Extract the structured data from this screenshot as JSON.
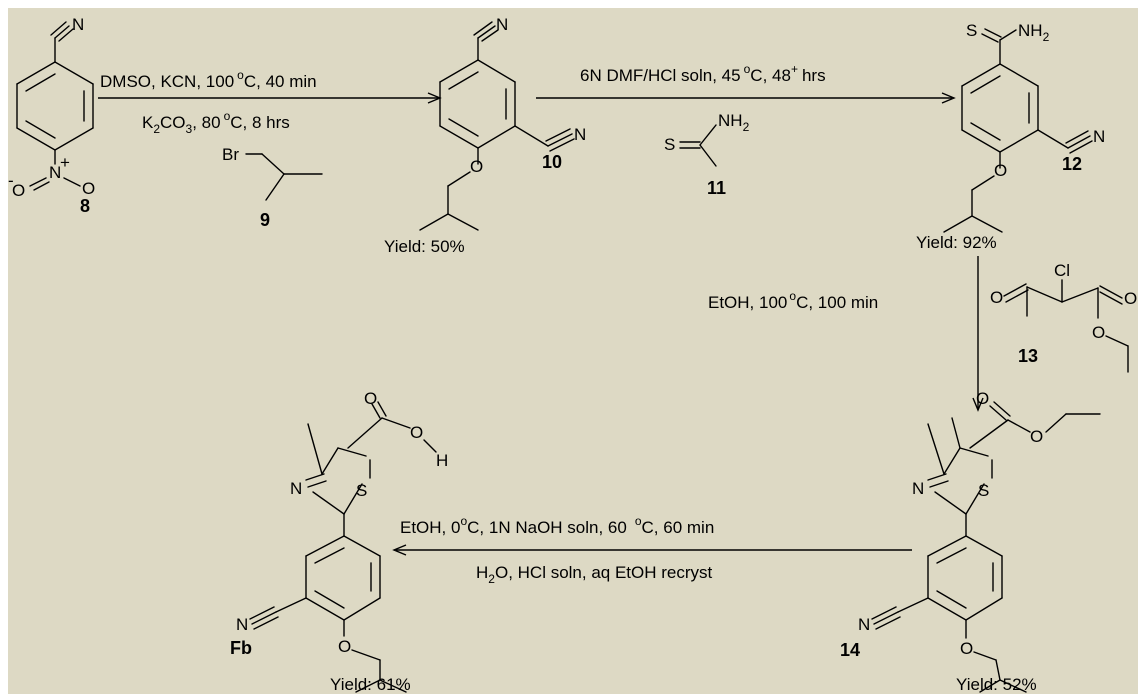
{
  "background_color": "#ddd9c4",
  "compounds": {
    "c8": "8",
    "c9": "9",
    "c10": "10",
    "c11": "11",
    "c12": "12",
    "c13": "13",
    "c14": "14",
    "cFb": "Fb"
  },
  "yields": {
    "y10": "Yield: 50%",
    "y12": "Yield: 92%",
    "y14": "Yield: 52%",
    "yFb": "Yield: 61%"
  },
  "step1": {
    "a": "DMSO, KCN, 100",
    "a_deg": "o",
    "a_tail": "C, 40 min",
    "b1": "K",
    "b_sub1": "2",
    "b2": "CO",
    "b_sub2": "3",
    "b3": ", 80",
    "b_deg": "o",
    "b4": "C, 8 hrs"
  },
  "step2": {
    "a": "6N DMF/HCl soln, 45",
    "a_deg": "o",
    "a_tail": "C, 48",
    "a_sup": "+",
    "a_end": "hrs"
  },
  "step3": {
    "a": "EtOH, 100",
    "a_deg": "o",
    "a_tail": "C, 100 min"
  },
  "step4": {
    "a": "EtOH, 0",
    "a_deg1": "o",
    "a_mid": "C, 1N NaOH soln, 60",
    "a_deg2": "o",
    "a_tail": "C, 60 min",
    "b1": "H",
    "b_sub": "2",
    "b2": "O, HCl soln, aq EtOH recryst"
  },
  "atoms": {
    "N": "N",
    "O": "O",
    "S": "S",
    "Br": "Br",
    "Cl": "Cl",
    "H": "H",
    "N_plus": "N",
    "plus": "+",
    "O_minus": "O",
    "minus": "-",
    "NH": "NH",
    "sub2": "2"
  }
}
